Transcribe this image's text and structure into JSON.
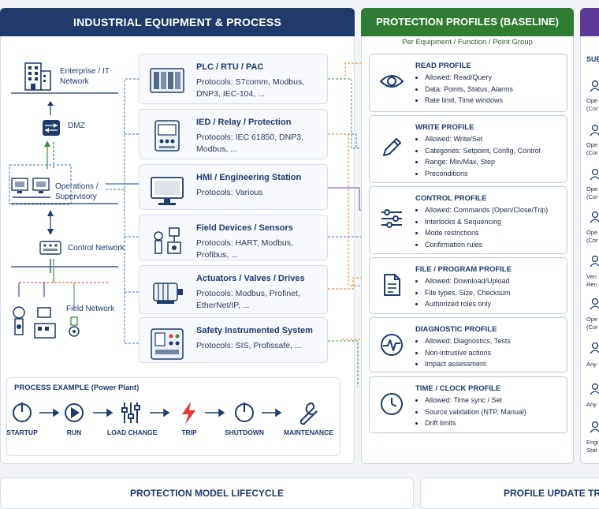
{
  "equipment_panel": {
    "title": "INDUSTRIAL EQUIPMENT & PROCESS",
    "network_levels": [
      {
        "label": "Enterprise / IT Network"
      },
      {
        "label": "DMZ"
      },
      {
        "label": "Operations / Supervisory"
      },
      {
        "label": "Control Network"
      },
      {
        "label": "Field Network"
      }
    ],
    "equipment": [
      {
        "title": "PLC / RTU / PAC",
        "text": "Protocols: S7comm, Modbus, DNP3, IEC-104, ..."
      },
      {
        "title": "IED / Relay / Protection",
        "text": "Protocols: IEC 61850, DNP3, Modbus, ..."
      },
      {
        "title": "HMI / Engineering Station",
        "text": "Protocols: Various"
      },
      {
        "title": "Field Devices / Sensors",
        "text": "Protocols: HART, Modbus, Profibus, ..."
      },
      {
        "title": "Actuators / Valves / Drives",
        "text": "Protocols: Modbus, Profinet, EtherNet/IP, ..."
      },
      {
        "title": "Safety Instrumented System",
        "text": "Protocols: SIS, Profissafe, ..."
      }
    ],
    "process": {
      "title": "PROCESS EXAMPLE (Power Plant)",
      "steps": [
        "STARTUP",
        "RUN",
        "LOAD CHANGE",
        "TRIP",
        "SHUTDOWN",
        "MAINTENANCE"
      ]
    }
  },
  "profiles_panel": {
    "title": "PROTECTION PROFILES (BASELINE)",
    "subtitle": "Per Equipment / Function / Point Group",
    "profiles": [
      {
        "title": "READ PROFILE",
        "icon": "eye-icon",
        "items": [
          "Allowed: Read/Query",
          "Data: Points, Status, Alarms",
          "Rate limit, Time windows"
        ]
      },
      {
        "title": "WRITE PROFILE",
        "icon": "pencil-icon",
        "items": [
          "Allowed: Write/Set",
          "Categories: Setpoint, Config, Control",
          "Range: Min/Max, Step",
          "Preconditions"
        ]
      },
      {
        "title": "CONTROL PROFILE",
        "icon": "sliders-icon",
        "items": [
          "Allowed: Commands (Open/Close/Trip)",
          "Interlocks & Sequencing",
          "Mode restrictions",
          "Confirmation rules"
        ]
      },
      {
        "title": "FILE / PROGRAM PROFILE",
        "icon": "document-icon",
        "items": [
          "Allowed: Download/Upload",
          "File types, Size, Checksum",
          "Authorized roles only"
        ]
      },
      {
        "title": "DIAGNOSTIC PROFILE",
        "icon": "pulse-icon",
        "items": [
          "Allowed: Diagnostics, Tests",
          "Non-intrusive actions",
          "Impact assessment"
        ]
      },
      {
        "title": "TIME / CLOCK PROFILE",
        "icon": "clock-icon",
        "items": [
          "Allowed: Time sync / Set",
          "Source validation (NTP, Manual)",
          "Drift limits"
        ]
      }
    ]
  },
  "subjects_panel": {
    "subtitle": "SUE",
    "items": [
      {
        "l1": "Ope",
        "l2": "(Cor"
      },
      {
        "l1": "Ope",
        "l2": "(Cor"
      },
      {
        "l1": "Ope",
        "l2": "(Cor"
      },
      {
        "l1": "Ope",
        "l2": "(Cor"
      },
      {
        "l1": "Ven",
        "l2": "Ren"
      },
      {
        "l1": "Ope",
        "l2": "(Cor"
      },
      {
        "l1": "Any",
        "l2": ""
      },
      {
        "l1": "Any",
        "l2": ""
      },
      {
        "l1": "Engi",
        "l2": "Stat"
      }
    ]
  },
  "bottom": {
    "lifecycle_title": "PROTECTION MODEL LIFECYCLE",
    "triggers_title": "PROFILE UPDATE TRIGG"
  },
  "colors": {
    "navy": "#1f3a6b",
    "green": "#2e7d32",
    "purple": "#5b3a9a",
    "link_orange": "#e07b2a",
    "link_blue": "#3a6fc4",
    "link_green": "#3b8f45",
    "link_purple": "#6b4fb8",
    "trip_red": "#e53935"
  }
}
